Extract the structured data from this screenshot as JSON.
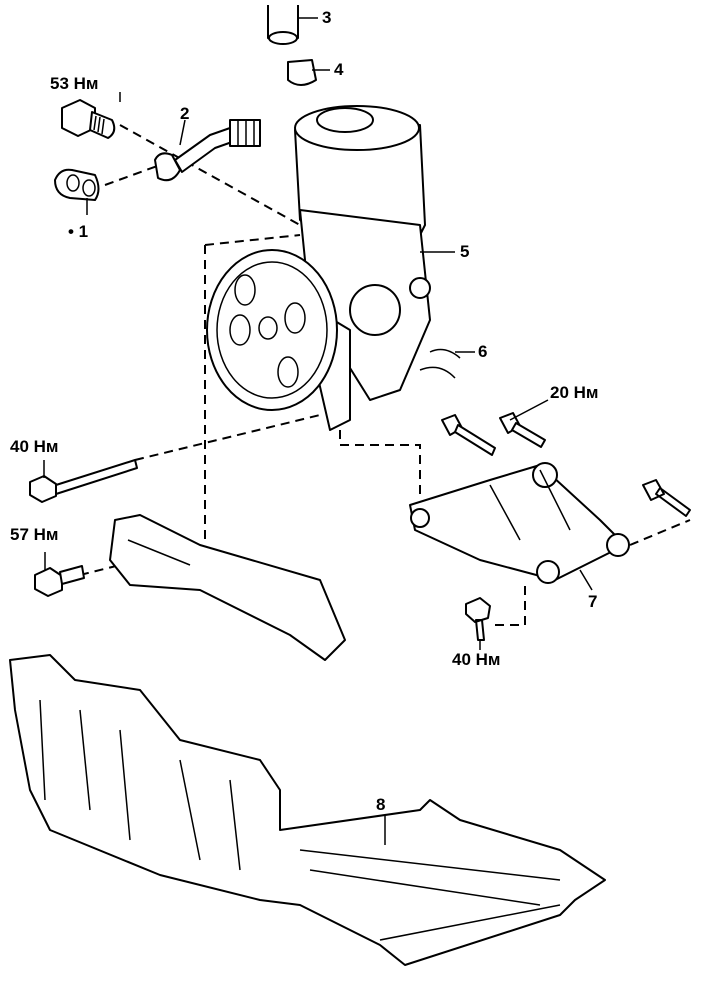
{
  "diagram": {
    "labels": {
      "part_1": "• 1",
      "part_2": "2",
      "part_3": "3",
      "part_4": "4",
      "part_5": "5",
      "part_6": "6",
      "part_7": "7",
      "part_8": "8",
      "torque_union_bolt": "53 Нм",
      "torque_bracket_bolts": "20 Нм",
      "torque_long_bolt": "40 Нм",
      "torque_strap_bolt": "57 Нм",
      "torque_bracket_lower_bolt": "40 Нм"
    }
  }
}
